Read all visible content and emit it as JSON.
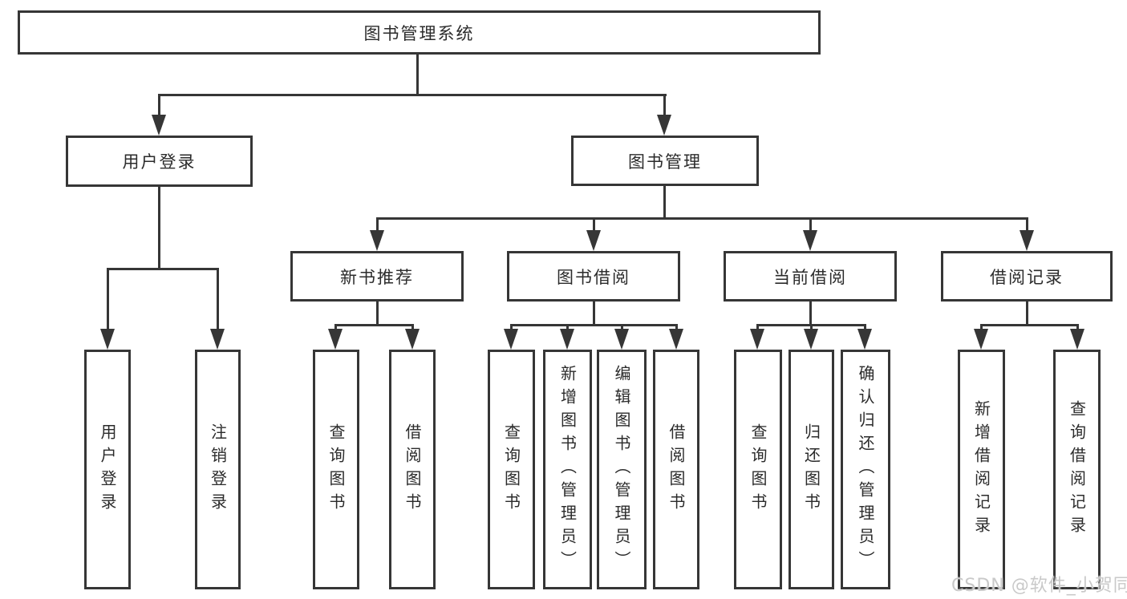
{
  "diagram": {
    "root": "图书管理系统",
    "user_login": "用户登录",
    "book_management": "图书管理",
    "new_book_recommend": "新书推荐",
    "book_borrowing": "图书借阅",
    "current_borrowing": "当前借阅",
    "borrowing_records": "借阅记录",
    "leaves": {
      "user_login": [
        "用户登录",
        "注销登录"
      ],
      "new_book_recommend": [
        "查询图书",
        "借阅图书"
      ],
      "book_borrowing": [
        "查询图书",
        "新增图书（管理员）",
        "编辑图书（管理员）",
        "借阅图书"
      ],
      "current_borrowing": [
        "查询图书",
        "归还图书",
        "确认归还（管理员）"
      ],
      "borrowing_records": [
        "新增借阅记录",
        "查询借阅记录"
      ]
    }
  },
  "watermark": "CSDN @软件_小贺同学",
  "colors": {
    "line": "#363636",
    "text": "#2b2b2b",
    "watermark": "#c9c9c9",
    "background": "#ffffff"
  }
}
